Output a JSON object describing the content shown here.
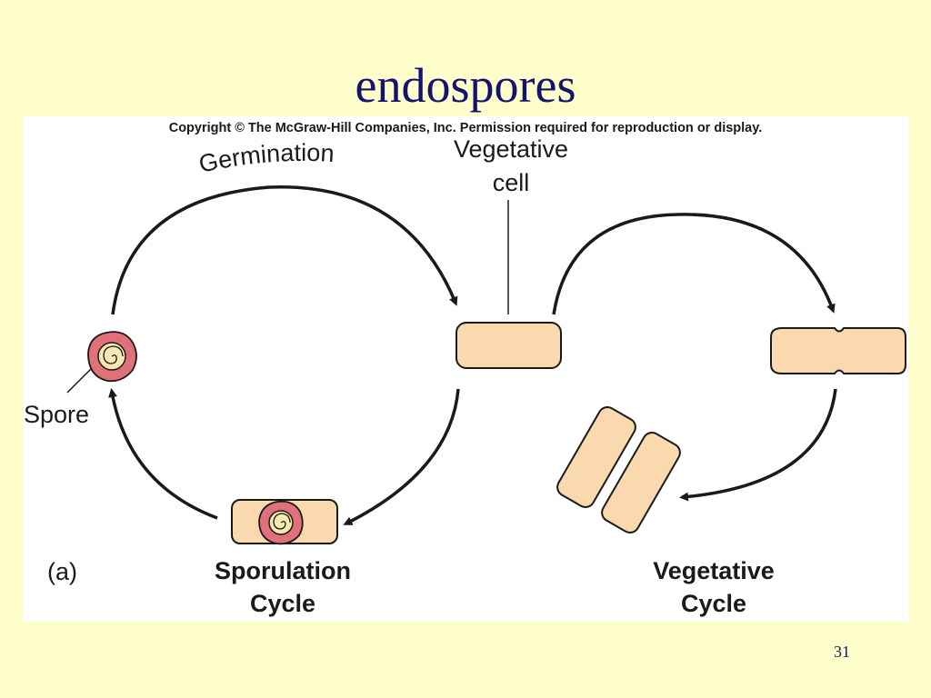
{
  "slide": {
    "title": "endospores",
    "page_number": "31"
  },
  "figure": {
    "copyright": "Copyright © The McGraw-Hill Companies, Inc. Permission required for reproduction or display.",
    "panel_label": "(a)",
    "labels": {
      "germination": "Germination",
      "vegetative_cell_line1": "Vegetative",
      "vegetative_cell_line2": "cell",
      "spore": "Spore",
      "sporulation_cycle_line1": "Sporulation",
      "sporulation_cycle_line2": "Cycle",
      "vegetative_cycle_line1": "Vegetative",
      "vegetative_cycle_line2": "Cycle"
    },
    "colors": {
      "cell_fill": "#f9d9ad",
      "spore_coat": "#e0707a",
      "spore_core": "#f6e8b0",
      "outline": "#1a1a1a"
    }
  }
}
